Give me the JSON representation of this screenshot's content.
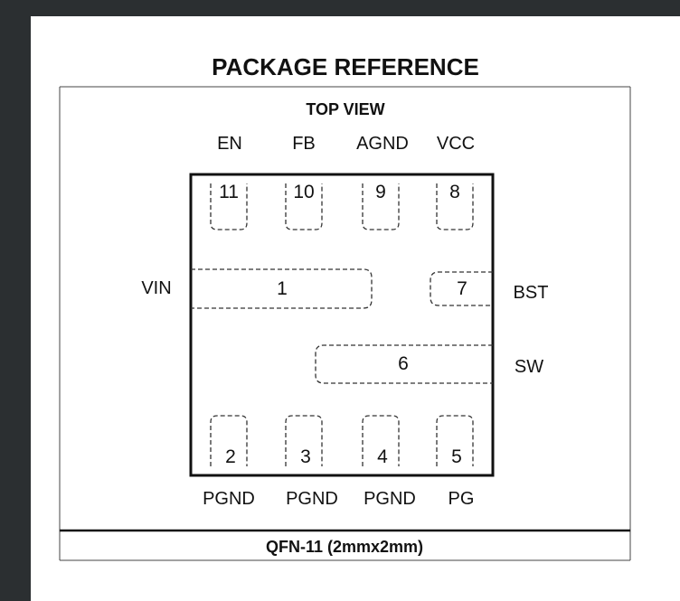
{
  "title": "PACKAGE REFERENCE",
  "view_label": "TOP VIEW",
  "package_label": "QFN-11 (2mmx2mm)",
  "top_pins": [
    {
      "number": "11",
      "name": "EN"
    },
    {
      "number": "10",
      "name": "FB"
    },
    {
      "number": "9",
      "name": "AGND"
    },
    {
      "number": "8",
      "name": "VCC"
    }
  ],
  "bottom_pins": [
    {
      "number": "2",
      "name": "PGND"
    },
    {
      "number": "3",
      "name": "PGND"
    },
    {
      "number": "4",
      "name": "PGND"
    },
    {
      "number": "5",
      "name": "PG"
    }
  ],
  "side_pins": {
    "vin": {
      "number": "1",
      "name": "VIN"
    },
    "bst": {
      "number": "7",
      "name": "BST"
    },
    "sw": {
      "number": "6",
      "name": "SW"
    }
  }
}
